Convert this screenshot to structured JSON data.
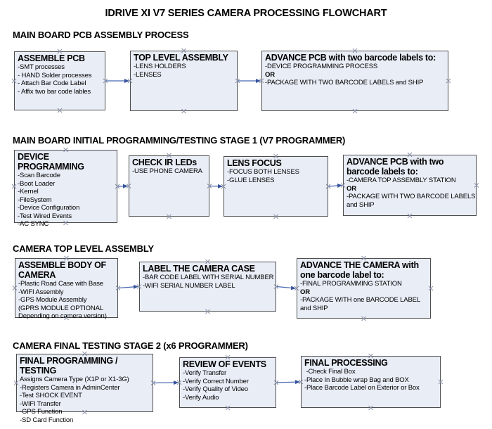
{
  "page_title": "IDRIVE XI V7 SERIES CAMERA PROCESSING FLOWCHART",
  "colors": {
    "background": "#ffffff",
    "text": "#000000",
    "box_fill": "#e9edf6",
    "box_border": "#4d4d4d",
    "connector": "#4667b2",
    "connector_arrow": "#36539b",
    "connection_point": "#8a92a8"
  },
  "sections": [
    {
      "heading": "MAIN BOARD PCB ASSEMBLY PROCESS",
      "boxes": [
        {
          "id": "assemble-pcb",
          "title": "ASSEMBLE PCB",
          "items": [
            "-SMT processes",
            "- HAND Solder processes",
            "- Attach Bar Code Label",
            "- Affix two bar code lables"
          ]
        },
        {
          "id": "top-level-assembly",
          "title": "TOP LEVEL ASSEMBLY",
          "items": [
            "-LENS HOLDERS",
            "-LENSES"
          ]
        },
        {
          "id": "advance-pcb-1",
          "title": "ADVANCE PCB with two barcode labels to:",
          "items": [
            "-DEVICE PROGRAMMING PROCESS",
            "OR",
            "-PACKAGE WITH TWO BARCODE LABELS and SHIP"
          ]
        }
      ]
    },
    {
      "heading": "MAIN BOARD INITIAL PROGRAMMING/TESTING STAGE 1 (V7 PROGRAMMER)",
      "boxes": [
        {
          "id": "device-programming",
          "title": "DEVICE PROGRAMMING",
          "items": [
            "-Scan Barcode",
            "-Boot Loader",
            "-Kernel",
            "-FileSystem",
            "-Device Configuration",
            "-Test Wired Events",
            "-AC SYNC"
          ]
        },
        {
          "id": "check-ir-leds",
          "title": "CHECK IR LEDs",
          "items": [
            "-USE PHONE CAMERA"
          ]
        },
        {
          "id": "lens-focus",
          "title": "LENS FOCUS",
          "items": [
            "-FOCUS BOTH LENSES",
            "-GLUE LENSES"
          ]
        },
        {
          "id": "advance-pcb-2",
          "title": "ADVANCE PCB with two barcode labels to:",
          "items": [
            "-CAMERA TOP ASSEMBLY STATION",
            "OR",
            "-PACKAGE WITH TWO BARCODE LABELS",
            "and SHIP"
          ]
        }
      ]
    },
    {
      "heading": "CAMERA TOP LEVEL ASSEMBLY",
      "boxes": [
        {
          "id": "assemble-body",
          "title": "ASSEMBLE BODY OF CAMERA",
          "items": [
            "-Plastic Road Case with Base",
            "-WIFI Assembly",
            "-GPS Module Assembly",
            "(GPRS MODULE OPTIONAL",
            "Depending on camera version)"
          ]
        },
        {
          "id": "label-camera-case",
          "title": "LABEL THE CAMERA CASE",
          "items": [
            "-BAR CODE LABEL WITH SERIAL NUMBER",
            "-WIFI SERIAL NUMBER LABEL"
          ]
        },
        {
          "id": "advance-camera",
          "title": "ADVANCE THE CAMERA with one barcode label to:",
          "items": [
            "-FINAL PROGRAMMING STATION",
            "OR",
            "-PACKAGE WITH one BARCODE LABEL",
            "and SHIP"
          ]
        }
      ]
    },
    {
      "heading": "CAMERA FINAL TESTING STAGE 2 (x6 PROGRAMMER)",
      "boxes": [
        {
          "id": "final-programming",
          "title": "FINAL PROGRAMMING / TESTING",
          "items": [
            "Assigns Camera Type (X1P or X1-3G)",
            "-Registers Camera in AdminCenter",
            "-Test SHOCK EVENT",
            "-WIFI Transfer",
            "-GPS Function",
            "-SD Card Function"
          ]
        },
        {
          "id": "review-of-events",
          "title": "REVIEW OF EVENTS",
          "items": [
            "-Verify Transfer",
            "-Verify Correct Number",
            "-Verify Quality of Video",
            "-Verify Audio"
          ]
        },
        {
          "id": "final-processing",
          "title": "FINAL PROCESSING",
          "items": [
            " -Check Final Box",
            "-Place In Bubble wrap Bag and BOX",
            "-Place Barcode Label on Exterior or Box"
          ]
        }
      ]
    }
  ],
  "connections": [
    {
      "from": "assemble-pcb",
      "to": "top-level-assembly"
    },
    {
      "from": "top-level-assembly",
      "to": "advance-pcb-1"
    },
    {
      "from": "device-programming",
      "to": "check-ir-leds"
    },
    {
      "from": "check-ir-leds",
      "to": "lens-focus"
    },
    {
      "from": "lens-focus",
      "to": "advance-pcb-2"
    },
    {
      "from": "assemble-body",
      "to": "label-camera-case"
    },
    {
      "from": "label-camera-case",
      "to": "advance-camera"
    },
    {
      "from": "final-programming",
      "to": "review-of-events"
    },
    {
      "from": "review-of-events",
      "to": "final-processing"
    }
  ]
}
